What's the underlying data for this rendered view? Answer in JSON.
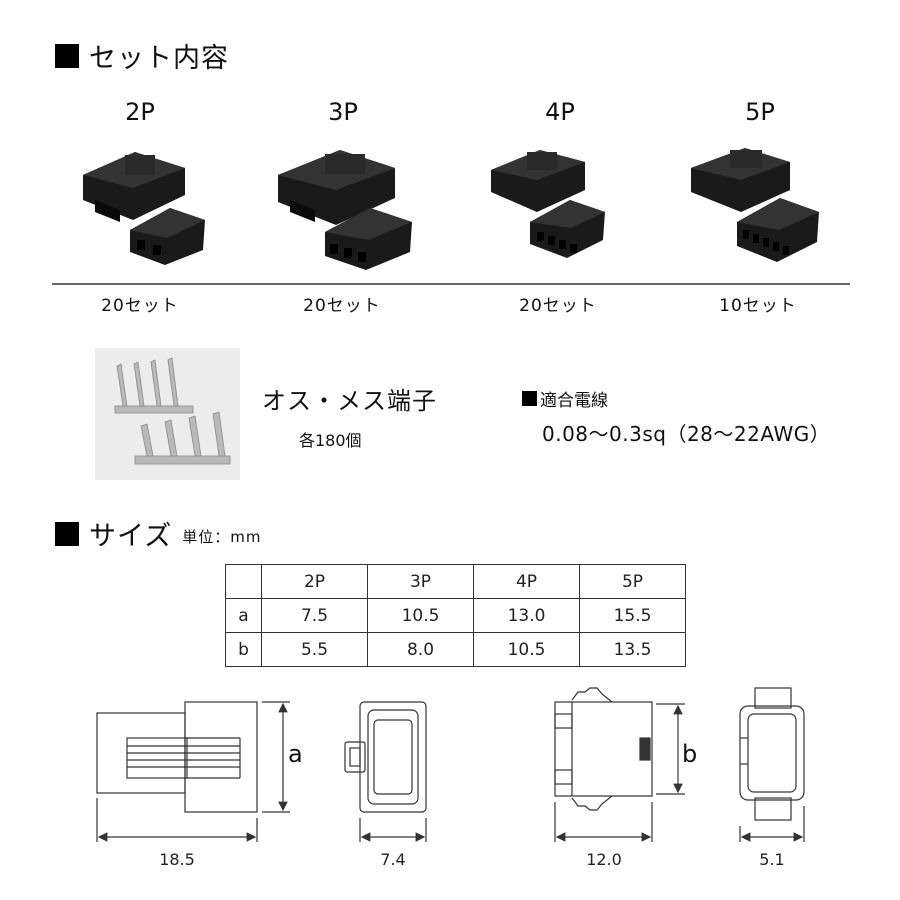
{
  "set_contents": {
    "title": "セット内容",
    "products": [
      {
        "pin": "2P",
        "count": "20セット"
      },
      {
        "pin": "3P",
        "count": "20セット"
      },
      {
        "pin": "4P",
        "count": "20セット"
      },
      {
        "pin": "5P",
        "count": "10セット"
      }
    ]
  },
  "terminals": {
    "title": "オス・メス端子",
    "quantity": "各180個"
  },
  "wire": {
    "title": "適合電線",
    "range": "0.08～0.3sq（28～22AWG）"
  },
  "size": {
    "title": "サイズ",
    "unit": "単位：mm",
    "table": {
      "headers": [
        "",
        "2P",
        "3P",
        "4P",
        "5P"
      ],
      "rows": [
        [
          "a",
          "7.5",
          "10.5",
          "13.0",
          "15.5"
        ],
        [
          "b",
          "5.5",
          "8.0",
          "10.5",
          "13.5"
        ]
      ]
    },
    "diagram_labels": {
      "a": "a",
      "b": "b",
      "d1": "18.5",
      "d2": "7.4",
      "d3": "12.0",
      "d4": "5.1"
    }
  },
  "colors": {
    "connector": "#1a1a1a",
    "line": "#333333"
  }
}
